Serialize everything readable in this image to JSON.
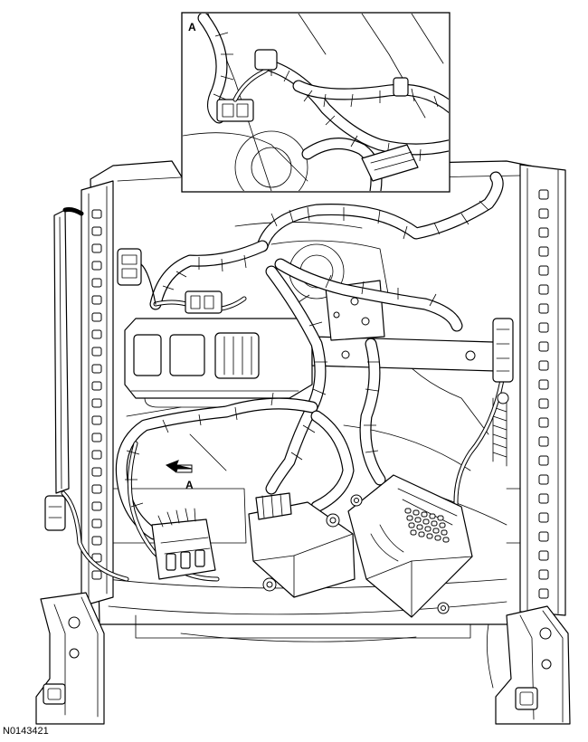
{
  "figure": {
    "id": "N0143421",
    "callout_detail": "A",
    "callout_arrow": "A"
  }
}
